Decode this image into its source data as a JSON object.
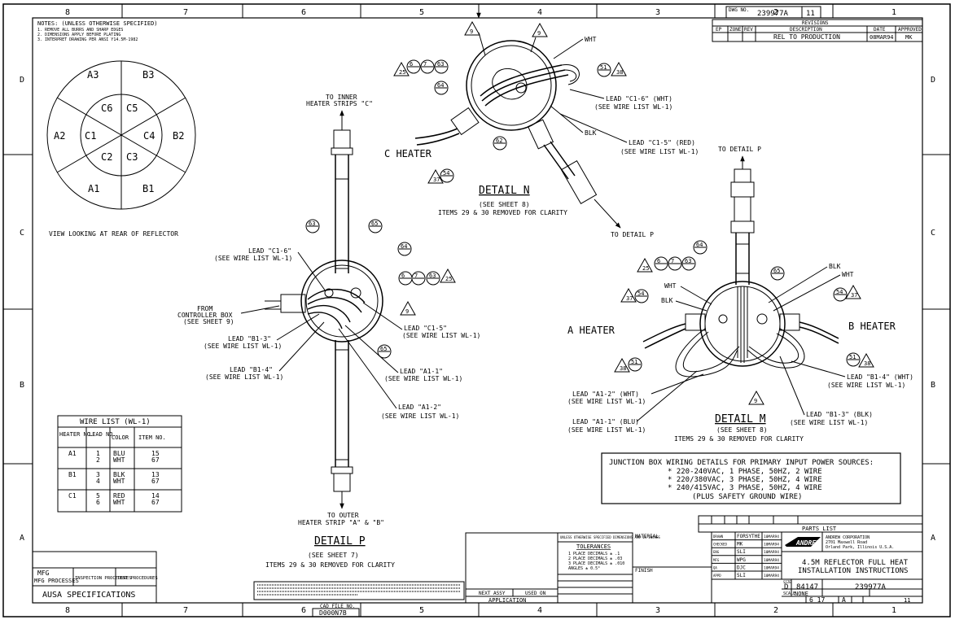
{
  "border": {
    "columns_top": [
      "8",
      "7",
      "6",
      "5",
      "4",
      "3",
      "2",
      "1"
    ],
    "columns_bottom": [
      "8",
      "7",
      "6",
      "5",
      "4",
      "3",
      "2",
      "1"
    ],
    "rows": [
      "D",
      "C",
      "B",
      "A"
    ]
  },
  "title_top": {
    "doc_number": "239977A",
    "sheet": "11"
  },
  "revisions": {
    "header": "REVISIONS",
    "cols": [
      "EP",
      "ZONE",
      "REV",
      "DESCRIPTION",
      "DATE",
      "APPROVED"
    ],
    "row": {
      "description": "REL TO PRODUCTION",
      "date": "08MAR94",
      "approved": "MK"
    }
  },
  "notes": {
    "title": "NOTES: (UNLESS OTHERWISE SPECIFIED)",
    "lines": [
      "1. REMOVE ALL BURRS AND SHARP EDGES",
      "2. DIMENSIONS APPLY BEFORE PLATING",
      "3. INTERPRET DRAWING PER ANSI Y14.5M-1982"
    ]
  },
  "reflector": {
    "outer": [
      "A3",
      "B3",
      "B2",
      "B1",
      "A1",
      "A2"
    ],
    "inner": [
      "C6",
      "C5",
      "C4",
      "C3",
      "C2",
      "C1"
    ],
    "caption": "VIEW LOOKING AT REAR OF REFLECTOR"
  },
  "wire_list": {
    "title": "WIRE LIST (WL-1)",
    "headers": [
      "HEATER NO.",
      "LEAD NO.",
      "COLOR",
      "ITEM NO."
    ],
    "rows": [
      {
        "heater": "A1",
        "leads": [
          "1",
          "2"
        ],
        "colors": [
          "BLU",
          "WHT"
        ],
        "items": [
          "15",
          "67"
        ]
      },
      {
        "heater": "B1",
        "leads": [
          "3",
          "4"
        ],
        "colors": [
          "BLK",
          "WHT"
        ],
        "items": [
          "13",
          "67"
        ]
      },
      {
        "heater": "C1",
        "leads": [
          "5",
          "6"
        ],
        "colors": [
          "RED",
          "WHT"
        ],
        "items": [
          "14",
          "67"
        ]
      }
    ]
  },
  "detail_p": {
    "top_label": [
      "TO INNER",
      "HEATER STRIPS \"C\""
    ],
    "bottom_label": [
      "TO OUTER",
      "HEATER STRIP \"A\" & \"B\""
    ],
    "from_label": [
      "FROM",
      "CONTROLLER BOX",
      "(SEE SHEET 9)"
    ],
    "leads": [
      [
        "LEAD \"C1-6\"",
        "(SEE WIRE LIST WL-1)"
      ],
      [
        "LEAD \"B1-3\"",
        "(SEE WIRE LIST WL-1)"
      ],
      [
        "LEAD \"B1-4\"",
        "(SEE WIRE LIST WL-1)"
      ],
      [
        "LEAD \"C1-5\"",
        "(SEE WIRE LIST WL-1)"
      ],
      [
        "LEAD \"A1-1\"",
        "(SEE WIRE LIST WL-1)"
      ],
      [
        "LEAD \"A1-2\"",
        "(SEE WIRE LIST WL-1)"
      ]
    ],
    "title": "DETAIL P",
    "caption": [
      "(SEE SHEET 7)",
      "ITEMS 29 & 30 REMOVED FOR CLARITY"
    ],
    "balloons": [
      "63",
      "65",
      "64",
      "6",
      "7",
      "63",
      "25",
      "9",
      "65"
    ]
  },
  "detail_n": {
    "heater": "C  HEATER",
    "wht": "WHT",
    "blk": "BLK",
    "leads": [
      [
        "LEAD \"C1-6\" (WHT)",
        "(SEE WIRE LIST WL-1)"
      ],
      [
        "LEAD \"C1-5\" (RED)",
        "(SEE WIRE LIST WL-1)"
      ]
    ],
    "to_detail_p": "TO DETAIL P",
    "title": "DETAIL N",
    "caption": [
      "(SEE SHEET 8)",
      "ITEMS 29 & 30 REMOVED FOR CLARITY"
    ],
    "balloons": [
      "25",
      "6",
      "7",
      "63",
      "64",
      "51",
      "38",
      "62",
      "37",
      "54",
      "9",
      "9"
    ]
  },
  "detail_m": {
    "to_detail_p": "TO DETAIL P",
    "a_heater": "A  HEATER",
    "b_heater": "B  HEATER",
    "labels": [
      "WHT",
      "BLK",
      "BLK",
      "WHT"
    ],
    "leads": [
      [
        "LEAD \"A1-2\" (WHT)",
        "(SEE WIRE LIST WL-1)"
      ],
      [
        "LEAD \"A1-1\" (BLU)",
        "(SEE WIRE LIST WL-1)"
      ],
      [
        "LEAD \"B1-4\" (WHT)",
        "(SEE WIRE LIST WL-1)"
      ],
      [
        "LEAD \"B1-3\" (BLK)",
        "(SEE WIRE LIST WL-1)"
      ]
    ],
    "title": "DETAIL M",
    "caption": [
      "(SEE SHEET 8)",
      "ITEMS 29 & 30 REMOVED FOR CLARITY"
    ],
    "balloons": [
      "25",
      "6",
      "7",
      "63",
      "64",
      "65",
      "37",
      "54",
      "51",
      "38",
      "54",
      "37",
      "51",
      "38",
      "9"
    ]
  },
  "junction": {
    "title": "JUNCTION BOX WIRING DETAILS FOR PRIMARY INPUT POWER SOURCES:",
    "lines": [
      "* 220-240VAC, 1 PHASE, 50HZ, 2 WIRE",
      "* 220/380VAC, 3 PHASE, 50HZ, 4 WIRE",
      "* 240/415VAC, 3 PHASE, 50HZ, 4 WIRE"
    ],
    "footer": "(PLUS SAFETY GROUND WIRE)"
  },
  "specs": {
    "cells": [
      "MFG PROCESSES",
      "INSPECTION PROCEDURES",
      "TEST PROCEDURES"
    ],
    "title": "AUSA SPECIFICATIONS"
  },
  "title_block": {
    "parts_list": "PARTS LIST",
    "company": "ANDREW",
    "company_info": [
      "ANDREW CORPORATION",
      "2701 Maxwell Road",
      "Orland Park, Illinois  U.S.A."
    ],
    "title": [
      "4.5M REFLECTOR FULL HEAT",
      "INSTALLATION INSTRUCTIONS"
    ],
    "size": "D",
    "code": "84147",
    "dwg_no": "239977A",
    "scale": "NONE",
    "sheet": "11",
    "sheet_of": "6 17",
    "rev": "A",
    "signatures": [
      {
        "role": "DRAWN",
        "name": "FORSYTHE",
        "date": "10MAR94"
      },
      {
        "role": "CHECKED",
        "name": "MK",
        "date": "10MAR94"
      },
      {
        "role": "ENG",
        "name": "SLI",
        "date": "10MAR94"
      },
      {
        "role": "MFG",
        "name": "WPG",
        "date": "10MAR94"
      },
      {
        "role": "QA",
        "name": "DJC",
        "date": "10MAR94"
      },
      {
        "role": "APPD",
        "name": "SLI",
        "date": "10MAR94"
      }
    ],
    "tolerances": {
      "head": "UNLESS OTHERWISE SPECIFIED DIMENSIONS ARE IN INCHES",
      "title": "TOLERANCES",
      "lines": [
        "1 PLACE DECIMALS ± .1",
        "2 PLACE DECIMALS ± .03",
        "3 PLACE DECIMALS ± .010",
        "ANGLES ± 0.5°"
      ]
    },
    "material": "MATERIAL",
    "finish": "FINISH",
    "next_assy": "NEXT ASSY",
    "used_on": "USED ON",
    "application": "APPLICATION",
    "cad_file": "CAD FILE NO.",
    "cad_file_no": "D000N7B"
  }
}
